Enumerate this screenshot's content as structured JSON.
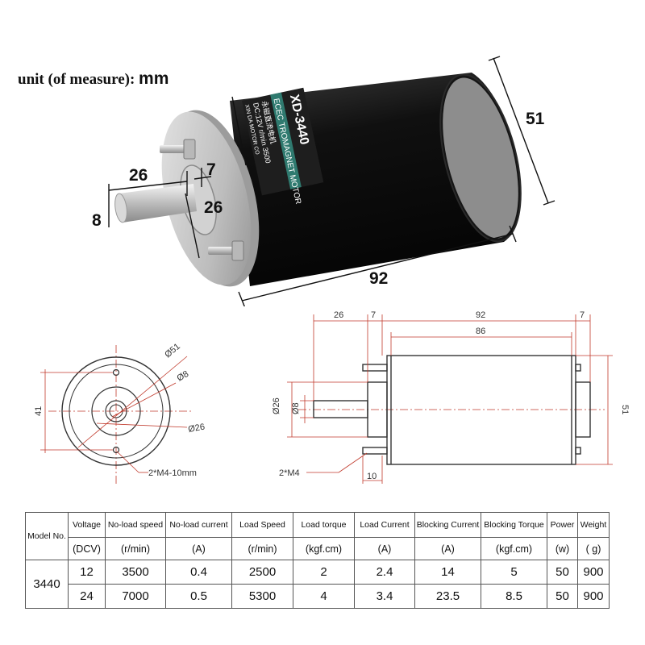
{
  "unit_label": {
    "prefix": "unit (of measure): ",
    "unit": "mm"
  },
  "photo": {
    "nameplate": {
      "model": "XD-3440",
      "brand": "XD",
      "line1": "ECEC TROMAGNET MOTOR",
      "line2": "永磁直流电机",
      "line3": "DC:12V  r/min 3500",
      "line4": "XIN DA MOTOR CO"
    },
    "dims": {
      "length": "92",
      "diameter": "51",
      "shaft_length": "26",
      "boss_length": "7",
      "boss_diameter": "26",
      "shaft_diameter": "8"
    }
  },
  "front_view": {
    "height": "41",
    "outer_dia": "Ø51",
    "shaft_dia": "Ø8",
    "boss_dia": "Ø26",
    "holes": "2*M4-10mm"
  },
  "side_view": {
    "shaft_len": "26",
    "boss_len": "7",
    "body_len": "92",
    "rear_len": "7",
    "inner_len": "86",
    "boss_dia": "Ø26",
    "shaft_dia": "Ø8",
    "height": "51",
    "holes": "2*M4",
    "bolt_len": "10"
  },
  "table": {
    "model_header": "Model No.",
    "headers": [
      "Voltage",
      "No-load speed",
      "No-load current",
      "Load Speed",
      "Load torque",
      "Load Current",
      "Blocking Current",
      "Blocking Torque",
      "Power",
      "Weight"
    ],
    "units": [
      "(DCV)",
      "(r/min)",
      "(A)",
      "(r/min)",
      "(kgf.cm)",
      "(A)",
      "(A)",
      "(kgf.cm)",
      "(w)",
      "(   g)"
    ],
    "model": "3440",
    "rows": [
      [
        "12",
        "3500",
        "0.4",
        "2500",
        "2",
        "2.4",
        "14",
        "5",
        "50",
        "900"
      ],
      [
        "24",
        "7000",
        "0.5",
        "5300",
        "4",
        "3.4",
        "23.5",
        "8.5",
        "50",
        "900"
      ]
    ]
  },
  "colors": {
    "dim_line": "#c0392b",
    "motor_body": "#0c0c0c",
    "end_cap": "#c7c7c7",
    "text": "#111111"
  }
}
